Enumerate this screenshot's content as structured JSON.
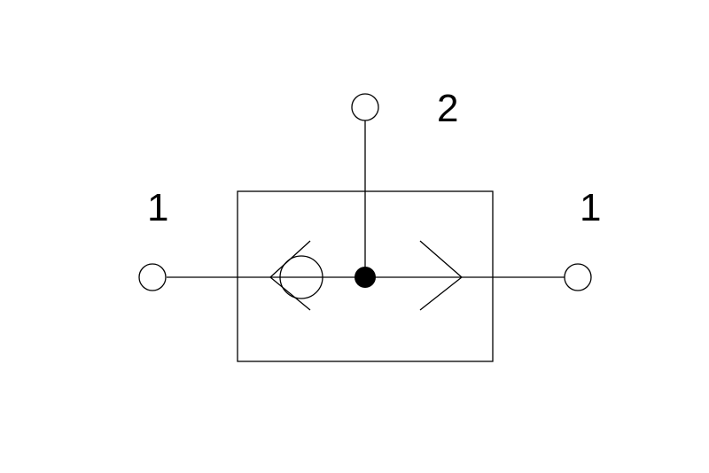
{
  "diagram": {
    "ports": {
      "left_label": "1",
      "top_label": "2",
      "right_label": "1"
    },
    "colors": {
      "line": "#000000",
      "background": "#ffffff"
    }
  }
}
